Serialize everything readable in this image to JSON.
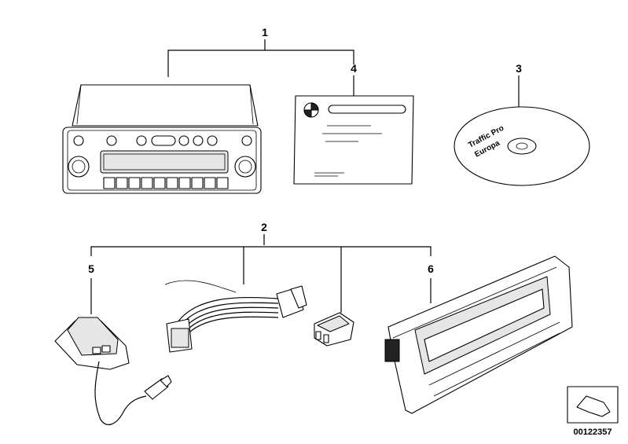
{
  "callouts": {
    "c1": "1",
    "c2": "2",
    "c3": "3",
    "c4": "4",
    "c5": "5",
    "c6": "6"
  },
  "cd_label": {
    "line1": "Traffic Pro",
    "line2": "Europa"
  },
  "reference_number": "00122357"
}
